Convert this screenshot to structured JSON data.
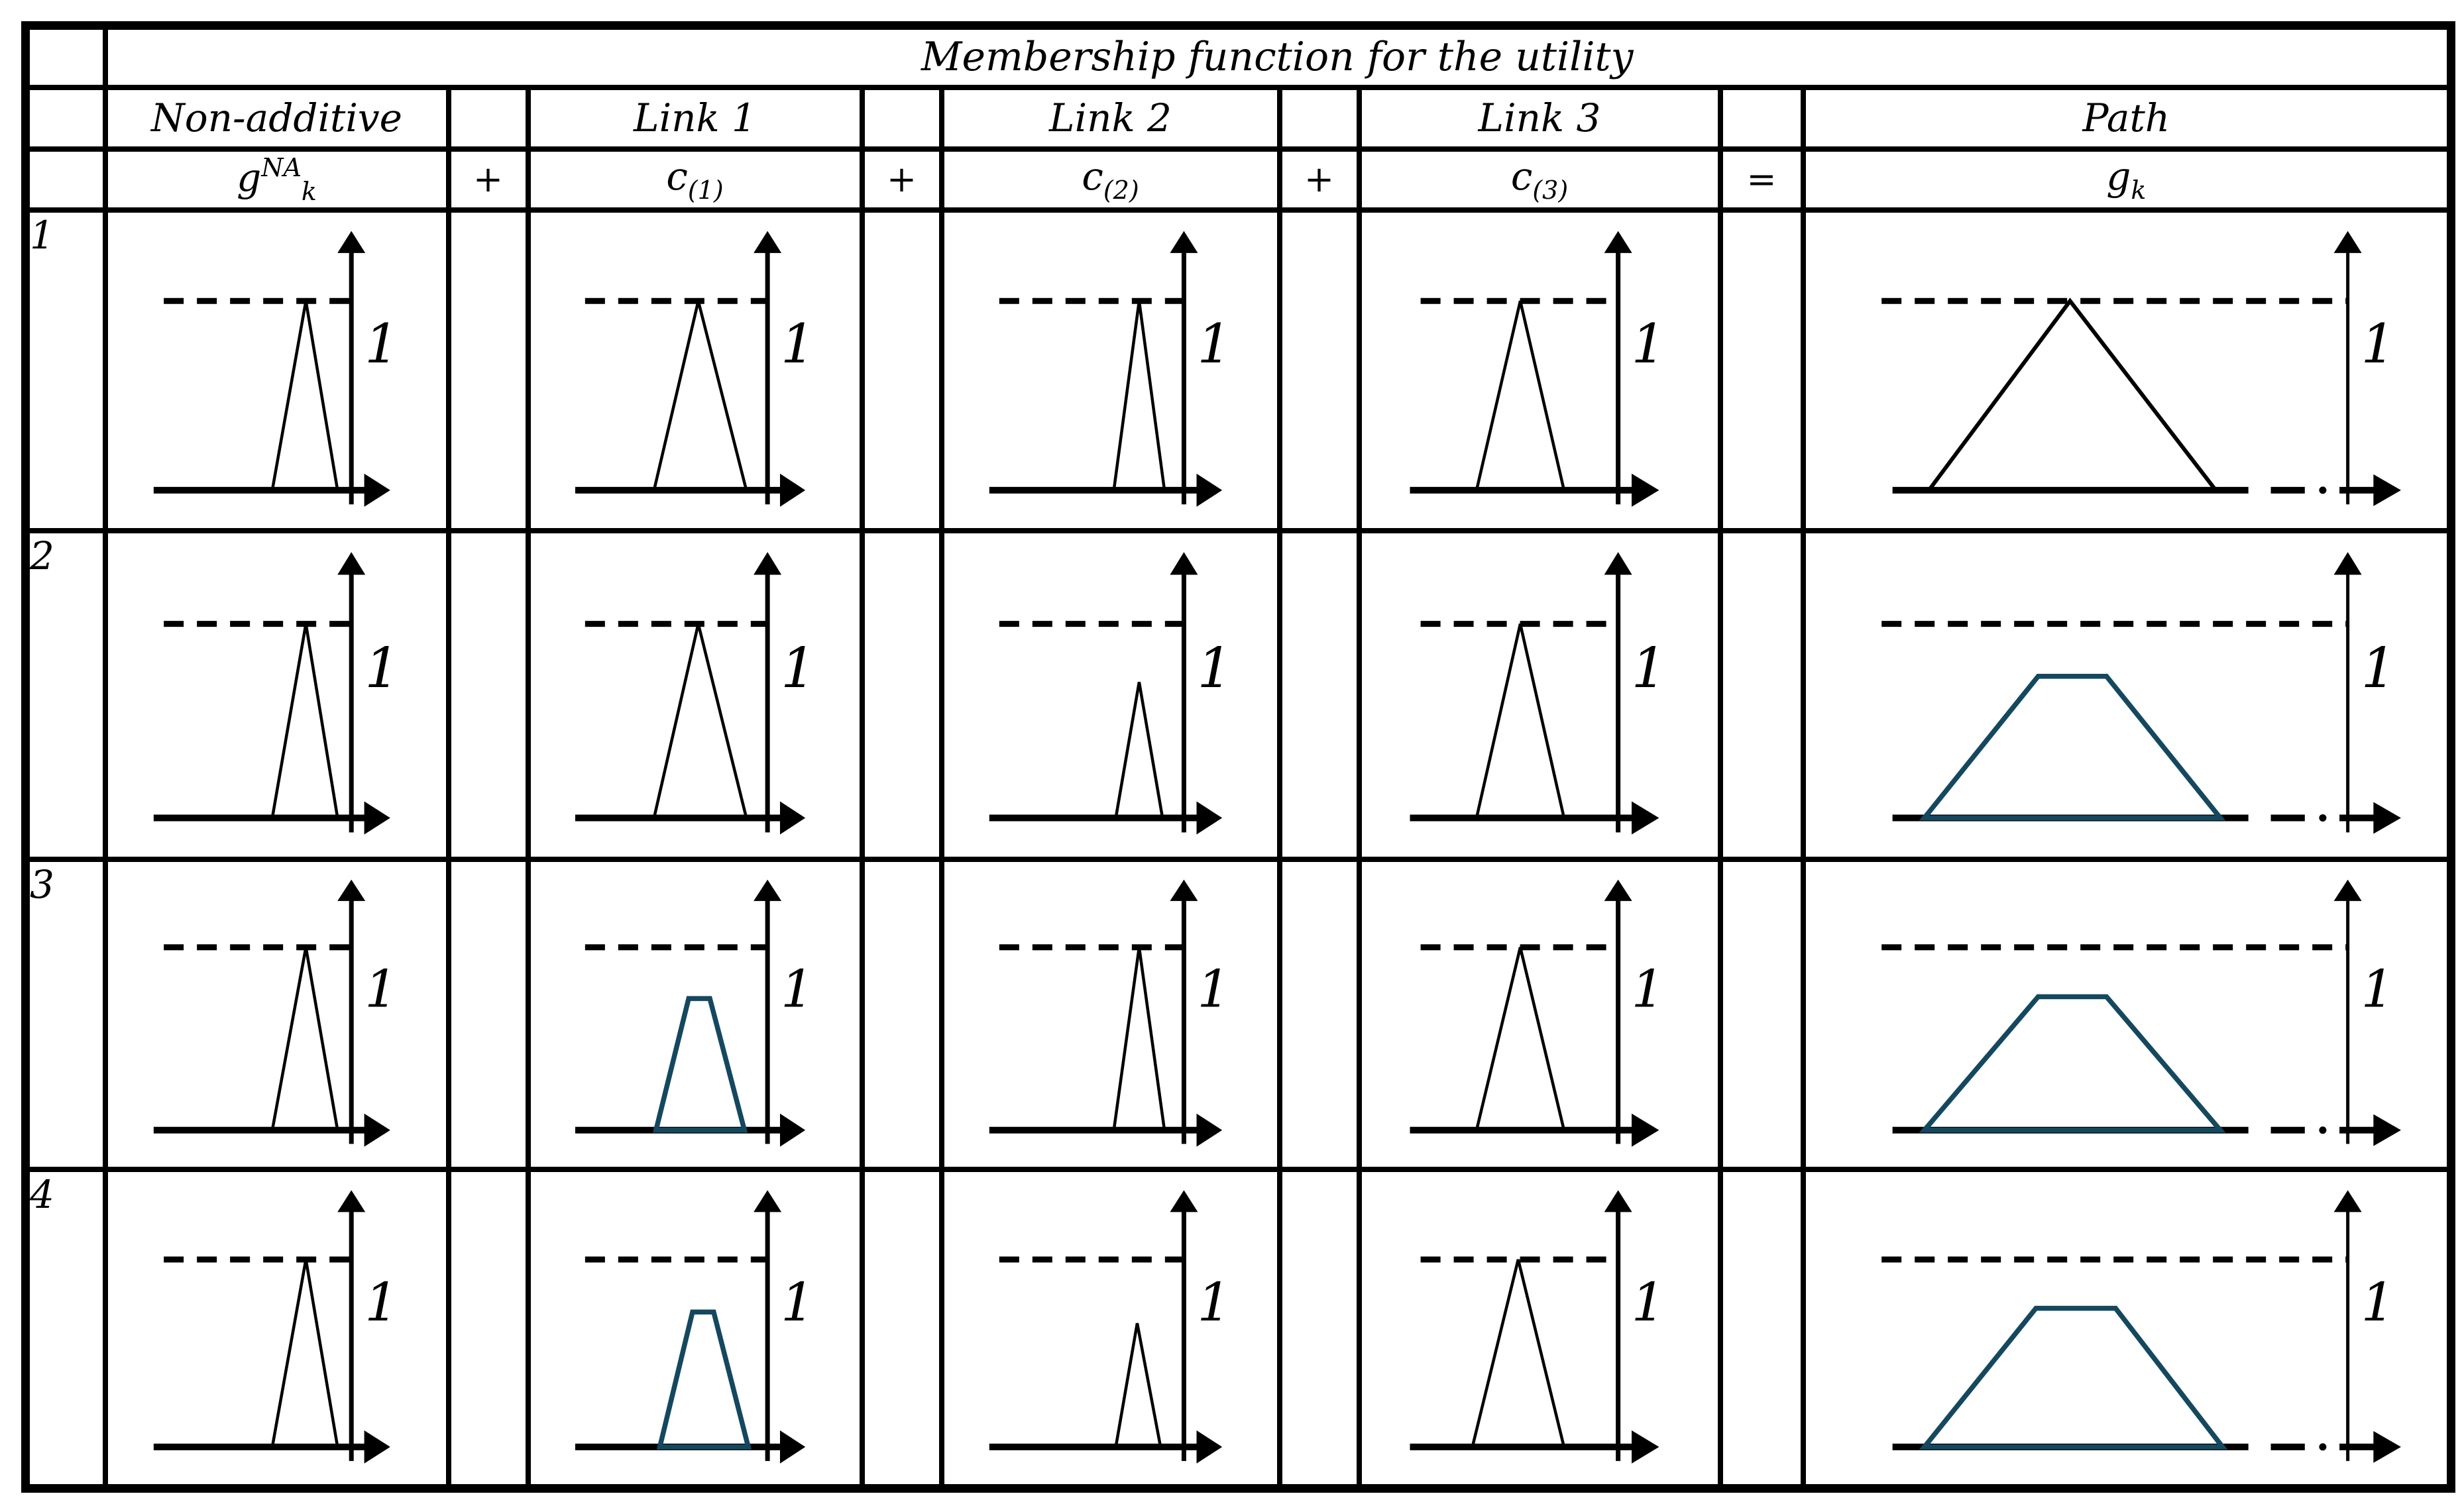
{
  "figure": {
    "title": "Membership function for the utility",
    "row_count": 4
  },
  "header": {
    "groups": [
      {
        "label": "Non-additive"
      },
      {
        "label": "Link 1"
      },
      {
        "label": "Link 2"
      },
      {
        "label": "Link 3"
      },
      {
        "label": "Path"
      }
    ],
    "symbols": [
      {
        "base": "g",
        "sup": "NA",
        "sub": "k"
      },
      {
        "base": "c",
        "sup": "",
        "sub": "(1)"
      },
      {
        "base": "c",
        "sup": "",
        "sub": "(2)"
      },
      {
        "base": "c",
        "sup": "",
        "sub": "(3)"
      },
      {
        "base": "g",
        "sup": "",
        "sub": "k"
      }
    ],
    "operators": [
      "+",
      "+",
      "+",
      "="
    ]
  },
  "axis": {
    "one_label": "1"
  },
  "colors": {
    "shape_black": "#000000",
    "shape_teal": "#14485f",
    "border": "#000000",
    "background": "#ffffff"
  },
  "rows": [
    {
      "num": "1",
      "plots": [
        {
          "col": "non_additive",
          "type": "triangle",
          "color": "black",
          "points": [
            [
              0.6,
              0
            ],
            [
              0.77,
              1
            ],
            [
              0.93,
              0
            ]
          ]
        },
        {
          "col": "link1",
          "type": "triangle",
          "color": "black",
          "points": [
            [
              0.41,
              0
            ],
            [
              0.64,
              1
            ],
            [
              0.89,
              0
            ]
          ]
        },
        {
          "col": "link2",
          "type": "triangle",
          "color": "black",
          "points": [
            [
              0.64,
              0
            ],
            [
              0.77,
              1
            ],
            [
              0.9,
              0
            ]
          ]
        },
        {
          "col": "link3",
          "type": "triangle",
          "color": "black",
          "points": [
            [
              0.32,
              0
            ],
            [
              0.53,
              1
            ],
            [
              0.74,
              0
            ]
          ]
        },
        {
          "col": "path",
          "type": "triangle",
          "color": "black",
          "points": [
            [
              0.08,
              0
            ],
            [
              0.39,
              1
            ],
            [
              0.71,
              0
            ]
          ]
        }
      ]
    },
    {
      "num": "2",
      "plots": [
        {
          "col": "non_additive",
          "type": "triangle",
          "color": "black",
          "points": [
            [
              0.6,
              0
            ],
            [
              0.77,
              1
            ],
            [
              0.93,
              0
            ]
          ]
        },
        {
          "col": "link1",
          "type": "triangle",
          "color": "black",
          "points": [
            [
              0.41,
              0
            ],
            [
              0.64,
              1
            ],
            [
              0.89,
              0
            ]
          ]
        },
        {
          "col": "link2",
          "type": "triangle",
          "color": "black",
          "points": [
            [
              0.65,
              0
            ],
            [
              0.77,
              0.7
            ],
            [
              0.89,
              0
            ]
          ]
        },
        {
          "col": "link3",
          "type": "triangle",
          "color": "black",
          "points": [
            [
              0.32,
              0
            ],
            [
              0.53,
              1
            ],
            [
              0.74,
              0
            ]
          ]
        },
        {
          "col": "path",
          "type": "trapezoid",
          "color": "teal",
          "points": [
            [
              0.07,
              0
            ],
            [
              0.32,
              0.73
            ],
            [
              0.47,
              0.73
            ],
            [
              0.72,
              0
            ]
          ]
        }
      ]
    },
    {
      "num": "3",
      "plots": [
        {
          "col": "non_additive",
          "type": "triangle",
          "color": "black",
          "points": [
            [
              0.6,
              0
            ],
            [
              0.77,
              1
            ],
            [
              0.93,
              0
            ]
          ]
        },
        {
          "col": "link1",
          "type": "trapezoid",
          "color": "teal",
          "points": [
            [
              0.42,
              0
            ],
            [
              0.59,
              0.72
            ],
            [
              0.7,
              0.72
            ],
            [
              0.88,
              0
            ]
          ]
        },
        {
          "col": "link2",
          "type": "triangle",
          "color": "black",
          "points": [
            [
              0.64,
              0
            ],
            [
              0.77,
              1
            ],
            [
              0.9,
              0
            ]
          ]
        },
        {
          "col": "link3",
          "type": "triangle",
          "color": "black",
          "points": [
            [
              0.32,
              0
            ],
            [
              0.53,
              1
            ],
            [
              0.74,
              0
            ]
          ]
        },
        {
          "col": "path",
          "type": "trapezoid",
          "color": "teal",
          "points": [
            [
              0.07,
              0
            ],
            [
              0.32,
              0.73
            ],
            [
              0.47,
              0.73
            ],
            [
              0.72,
              0
            ]
          ]
        }
      ]
    },
    {
      "num": "4",
      "plots": [
        {
          "col": "non_additive",
          "type": "triangle",
          "color": "black",
          "points": [
            [
              0.6,
              0
            ],
            [
              0.77,
              1
            ],
            [
              0.93,
              0
            ]
          ]
        },
        {
          "col": "link1",
          "type": "trapezoid",
          "color": "teal",
          "points": [
            [
              0.44,
              0
            ],
            [
              0.61,
              0.72
            ],
            [
              0.72,
              0.72
            ],
            [
              0.9,
              0
            ]
          ]
        },
        {
          "col": "link2",
          "type": "triangle",
          "color": "black",
          "points": [
            [
              0.65,
              0
            ],
            [
              0.76,
              0.66
            ],
            [
              0.88,
              0
            ]
          ]
        },
        {
          "col": "link3",
          "type": "triangle",
          "color": "black",
          "points": [
            [
              0.3,
              0
            ],
            [
              0.52,
              1
            ],
            [
              0.74,
              0
            ]
          ]
        },
        {
          "col": "path",
          "type": "trapezoid",
          "color": "teal",
          "points": [
            [
              0.07,
              0
            ],
            [
              0.315,
              0.74
            ],
            [
              0.49,
              0.74
            ],
            [
              0.725,
              0
            ]
          ]
        }
      ]
    }
  ]
}
